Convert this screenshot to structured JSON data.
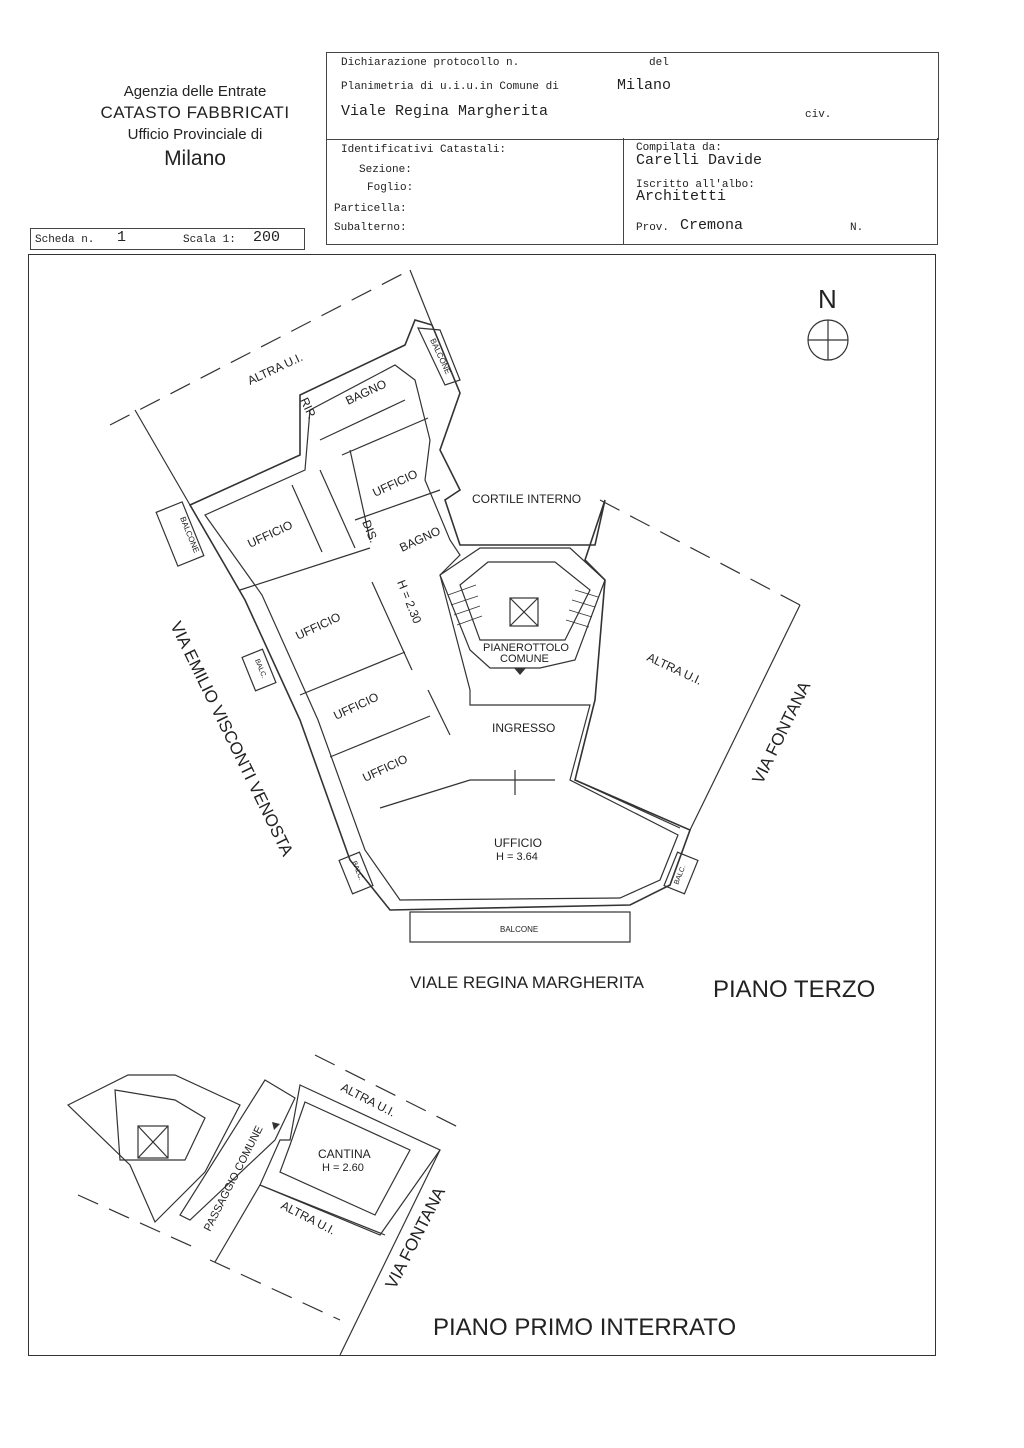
{
  "agency": {
    "line1": "Agenzia delle Entrate",
    "line2": "CATASTO FABBRICATI",
    "line3": "Ufficio Provinciale di",
    "line4": "Milano"
  },
  "header": {
    "dichiarazione_label": "Dichiarazione protocollo n.",
    "del_label": "del",
    "planimetria_label": "Planimetria di u.i.u.in Comune di",
    "comune": "Milano",
    "address": "Viale Regina Margherita",
    "civ_label": "civ.",
    "identificativi_label": "Identificativi Catastali:",
    "sezione_label": "Sezione:",
    "foglio_label": "Foglio:",
    "particella_label": "Particella:",
    "subalterno_label": "Subalterno:",
    "compilata_label": "Compilata da:",
    "compilata_value": "Carelli Davide",
    "iscritto_label": "Iscritto all'albo:",
    "iscritto_value": "Architetti",
    "prov_label": "Prov.",
    "prov_value": "Cremona",
    "n_label": "N."
  },
  "scheda": {
    "scheda_label": "Scheda n.",
    "scheda_value": "1",
    "scala_label": "Scala 1:",
    "scala_value": "200"
  },
  "plan_upper": {
    "north": "N",
    "labels": {
      "altra_ui_top": "ALTRA U.I.",
      "balcone_top": "BALCONE",
      "bagno_1": "BAGNO",
      "rip": "RIP.",
      "ufficio_1": "UFFICIO",
      "cortile": "CORTILE INTERNO",
      "balcone_left": "BALCONE",
      "ufficio_2": "UFFICIO",
      "dis": "DIS.",
      "bagno_2": "BAGNO",
      "h_230": "H = 2.30",
      "ufficio_3": "UFFICIO",
      "pianerottolo": "PIANEROTTOLO",
      "comune": "COMUNE",
      "altra_ui_right": "ALTRA U.I.",
      "balc_left": "BALC.",
      "ufficio_4": "UFFICIO",
      "ingresso": "INGRESSO",
      "ufficio_5": "UFFICIO",
      "ufficio_main": "UFFICIO",
      "h_364": "H = 3.64",
      "balc_bl": "BALC.",
      "balc_br": "BALC.",
      "balcone_bottom": "BALCONE",
      "via_emilio": "VIA EMILIO VISCONTI VENOSTA",
      "via_fontana": "VIA FONTANA",
      "viale": "VIALE REGINA MARGHERITA"
    },
    "floor_title": "PIANO TERZO"
  },
  "plan_lower": {
    "labels": {
      "altra_ui_top": "ALTRA U.I.",
      "passaggio": "PASSAGGIO COMUNE",
      "cantina": "CANTINA",
      "h_260": "H = 2.60",
      "altra_ui_bottom": "ALTRA U.I.",
      "via_fontana": "VIA FONTANA"
    },
    "floor_title": "PIANO PRIMO INTERRATO"
  }
}
